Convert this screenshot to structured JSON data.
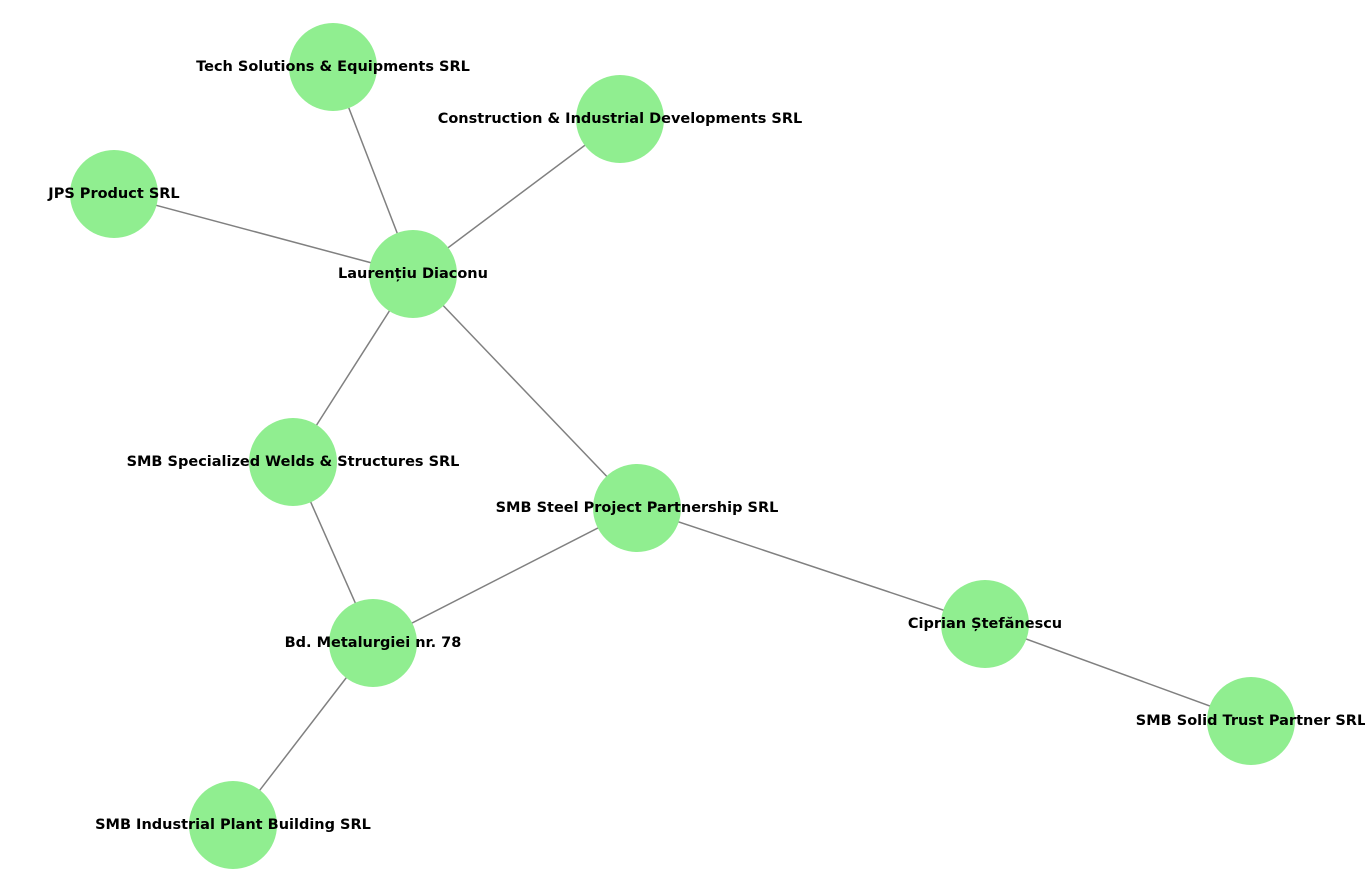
{
  "graph": {
    "node_color": "#90ee90",
    "edge_color": "#808080",
    "label_color": "#000000",
    "nodes": [
      {
        "id": "tech",
        "label": "Tech Solutions & Equipments SRL"
      },
      {
        "id": "cid",
        "label": "Construction & Industrial Developments SRL"
      },
      {
        "id": "jps",
        "label": "JPS Product SRL"
      },
      {
        "id": "ld",
        "label": "Laurențiu Diaconu"
      },
      {
        "id": "smbw",
        "label": "SMB Specialized Welds & Structures SRL"
      },
      {
        "id": "smbs",
        "label": "SMB Steel Project Partnership SRL"
      },
      {
        "id": "bd",
        "label": "Bd. Metalurgiei nr. 78"
      },
      {
        "id": "cs",
        "label": "Ciprian Ștefănescu"
      },
      {
        "id": "solid",
        "label": "SMB Solid Trust Partner SRL"
      },
      {
        "id": "plant",
        "label": "SMB Industrial Plant Building SRL"
      }
    ],
    "edges": [
      [
        "tech",
        "ld"
      ],
      [
        "cid",
        "ld"
      ],
      [
        "jps",
        "ld"
      ],
      [
        "ld",
        "smbw"
      ],
      [
        "ld",
        "smbs"
      ],
      [
        "smbw",
        "bd"
      ],
      [
        "bd",
        "smbs"
      ],
      [
        "smbs",
        "cs"
      ],
      [
        "cs",
        "solid"
      ],
      [
        "bd",
        "plant"
      ]
    ]
  }
}
